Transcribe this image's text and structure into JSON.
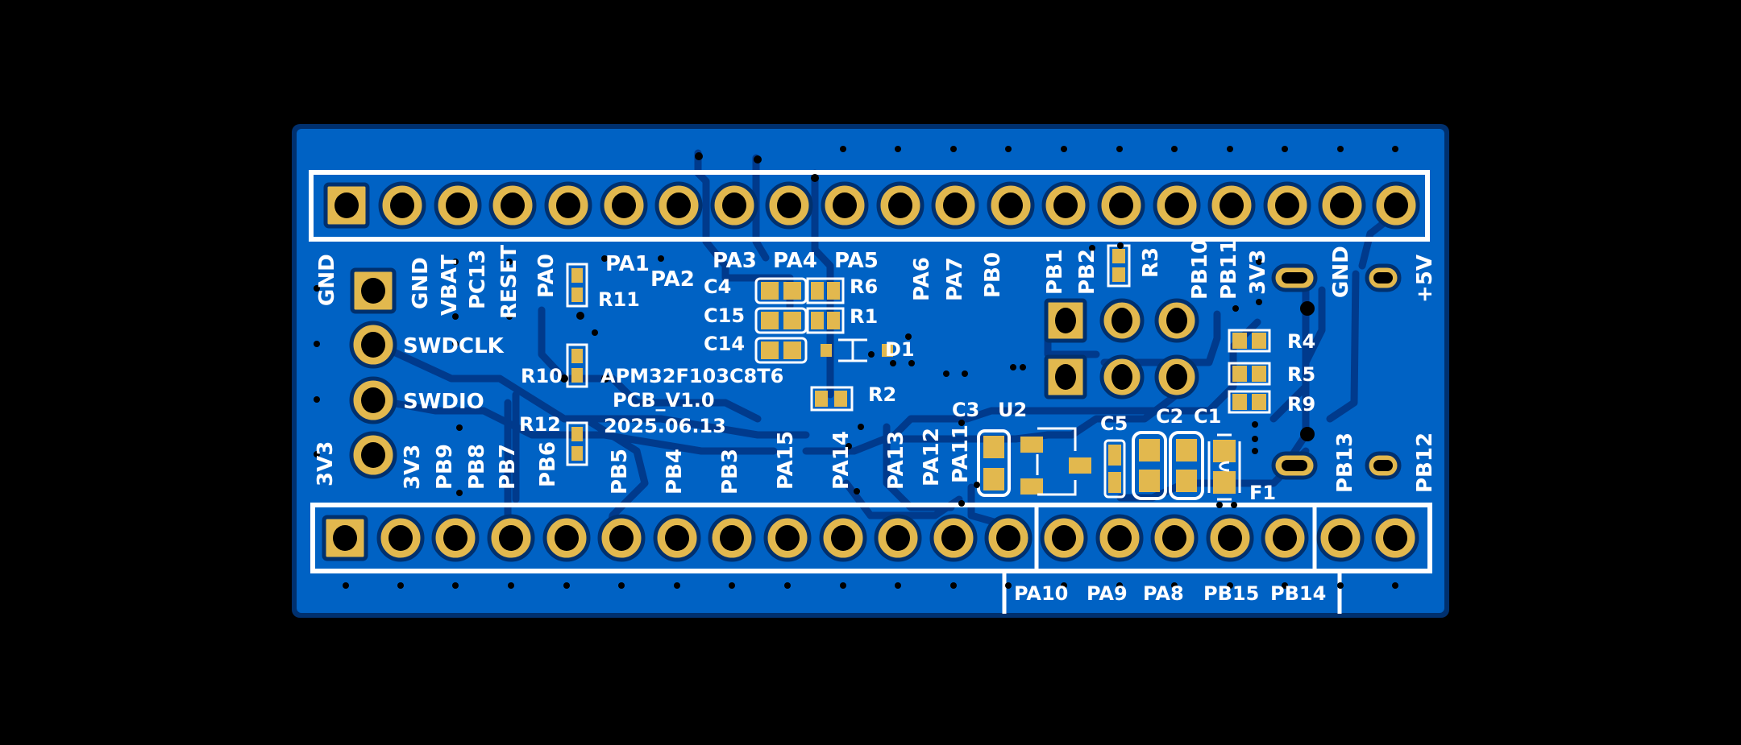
{
  "colors": {
    "background": "#000000",
    "board_fill": "#0062c4",
    "board_edge": "#00306e",
    "trace": "#003a8c",
    "copper": "#e2b84e",
    "silkscreen": "#ffffff",
    "drill": "#000000"
  },
  "board": {
    "title": "APM32F103C8T6",
    "version": "PCB_V1.0",
    "date": "2025.06.13"
  },
  "top_header": {
    "pin_count": 20,
    "labels": [
      "GND",
      "VBAT",
      "PC13",
      "RESET",
      "PA0",
      "PA1",
      "PA2",
      "PA3",
      "PA4",
      "PA5",
      "PA6",
      "PA7",
      "PB0",
      "PB1",
      "PB2",
      "PB10",
      "PB11",
      "3V3",
      "GND",
      "+5V"
    ]
  },
  "bottom_header": {
    "pin_count": 20,
    "labels": [
      "3V3",
      "PB9",
      "PB8",
      "PB7",
      "PB6",
      "PB5",
      "PB4",
      "PB3",
      "PA15",
      "PA14",
      "PA13",
      "PA12",
      "PA11",
      "PA10",
      "PA9",
      "PA8",
      "PB15",
      "PB14",
      "PB13",
      "PB12"
    ]
  },
  "swd_header": {
    "labels": [
      "GND",
      "SWDCLK",
      "SWDIO",
      "3V3"
    ]
  },
  "components": {
    "resistors": [
      "R1",
      "R2",
      "R3",
      "R4",
      "R5",
      "R6",
      "R9",
      "R10",
      "R11",
      "R12"
    ],
    "capacitors": [
      "C1",
      "C2",
      "C3",
      "C4",
      "C5",
      "C14",
      "C15"
    ],
    "diode": "D1",
    "regulator": "U2",
    "fuse": "F1"
  },
  "labels": {
    "gnd_left": "GND",
    "v33_left": "3V3",
    "swdclk": "SWDCLK",
    "swdio": "SWDIO",
    "top_gnd": "GND",
    "vbat": "VBAT",
    "pc13": "PC13",
    "reset": "RESET",
    "pa0": "PA0",
    "pa1": "PA1",
    "pa2": "PA2",
    "pa3": "PA3",
    "pa4": "PA4",
    "pa5": "PA5",
    "pa6": "PA6",
    "pa7": "PA7",
    "pb0": "PB0",
    "pb1": "PB1",
    "pb2": "PB2",
    "pb10": "PB10",
    "pb11": "PB11",
    "v33_top": "3V3",
    "gnd_top_right": "GND",
    "v5": "+5V",
    "v33_bottom": "3V3",
    "pb9": "PB9",
    "pb8": "PB8",
    "pb7": "PB7",
    "pb6": "PB6",
    "pb5": "PB5",
    "pb4": "PB4",
    "pb3": "PB3",
    "pa15": "PA15",
    "pa14": "PA14",
    "pa13": "PA13",
    "pa12": "PA12",
    "pa11": "PA11",
    "pa10": "PA10",
    "pa9": "PA9",
    "pa8": "PA8",
    "pb15": "PB15",
    "pb14": "PB14",
    "pb13": "PB13",
    "pb12": "PB12",
    "r1": "R1",
    "r2": "R2",
    "r3": "R3",
    "r4": "R4",
    "r5": "R5",
    "r6": "R6",
    "r9": "R9",
    "r10": "R10",
    "r11": "R11",
    "r12": "R12",
    "c1": "C1",
    "c2": "C2",
    "c3": "C3",
    "c4": "C4",
    "c5": "C5",
    "c14": "C14",
    "c15": "C15",
    "d1": "D1",
    "u2": "U2",
    "f1": "F1"
  }
}
